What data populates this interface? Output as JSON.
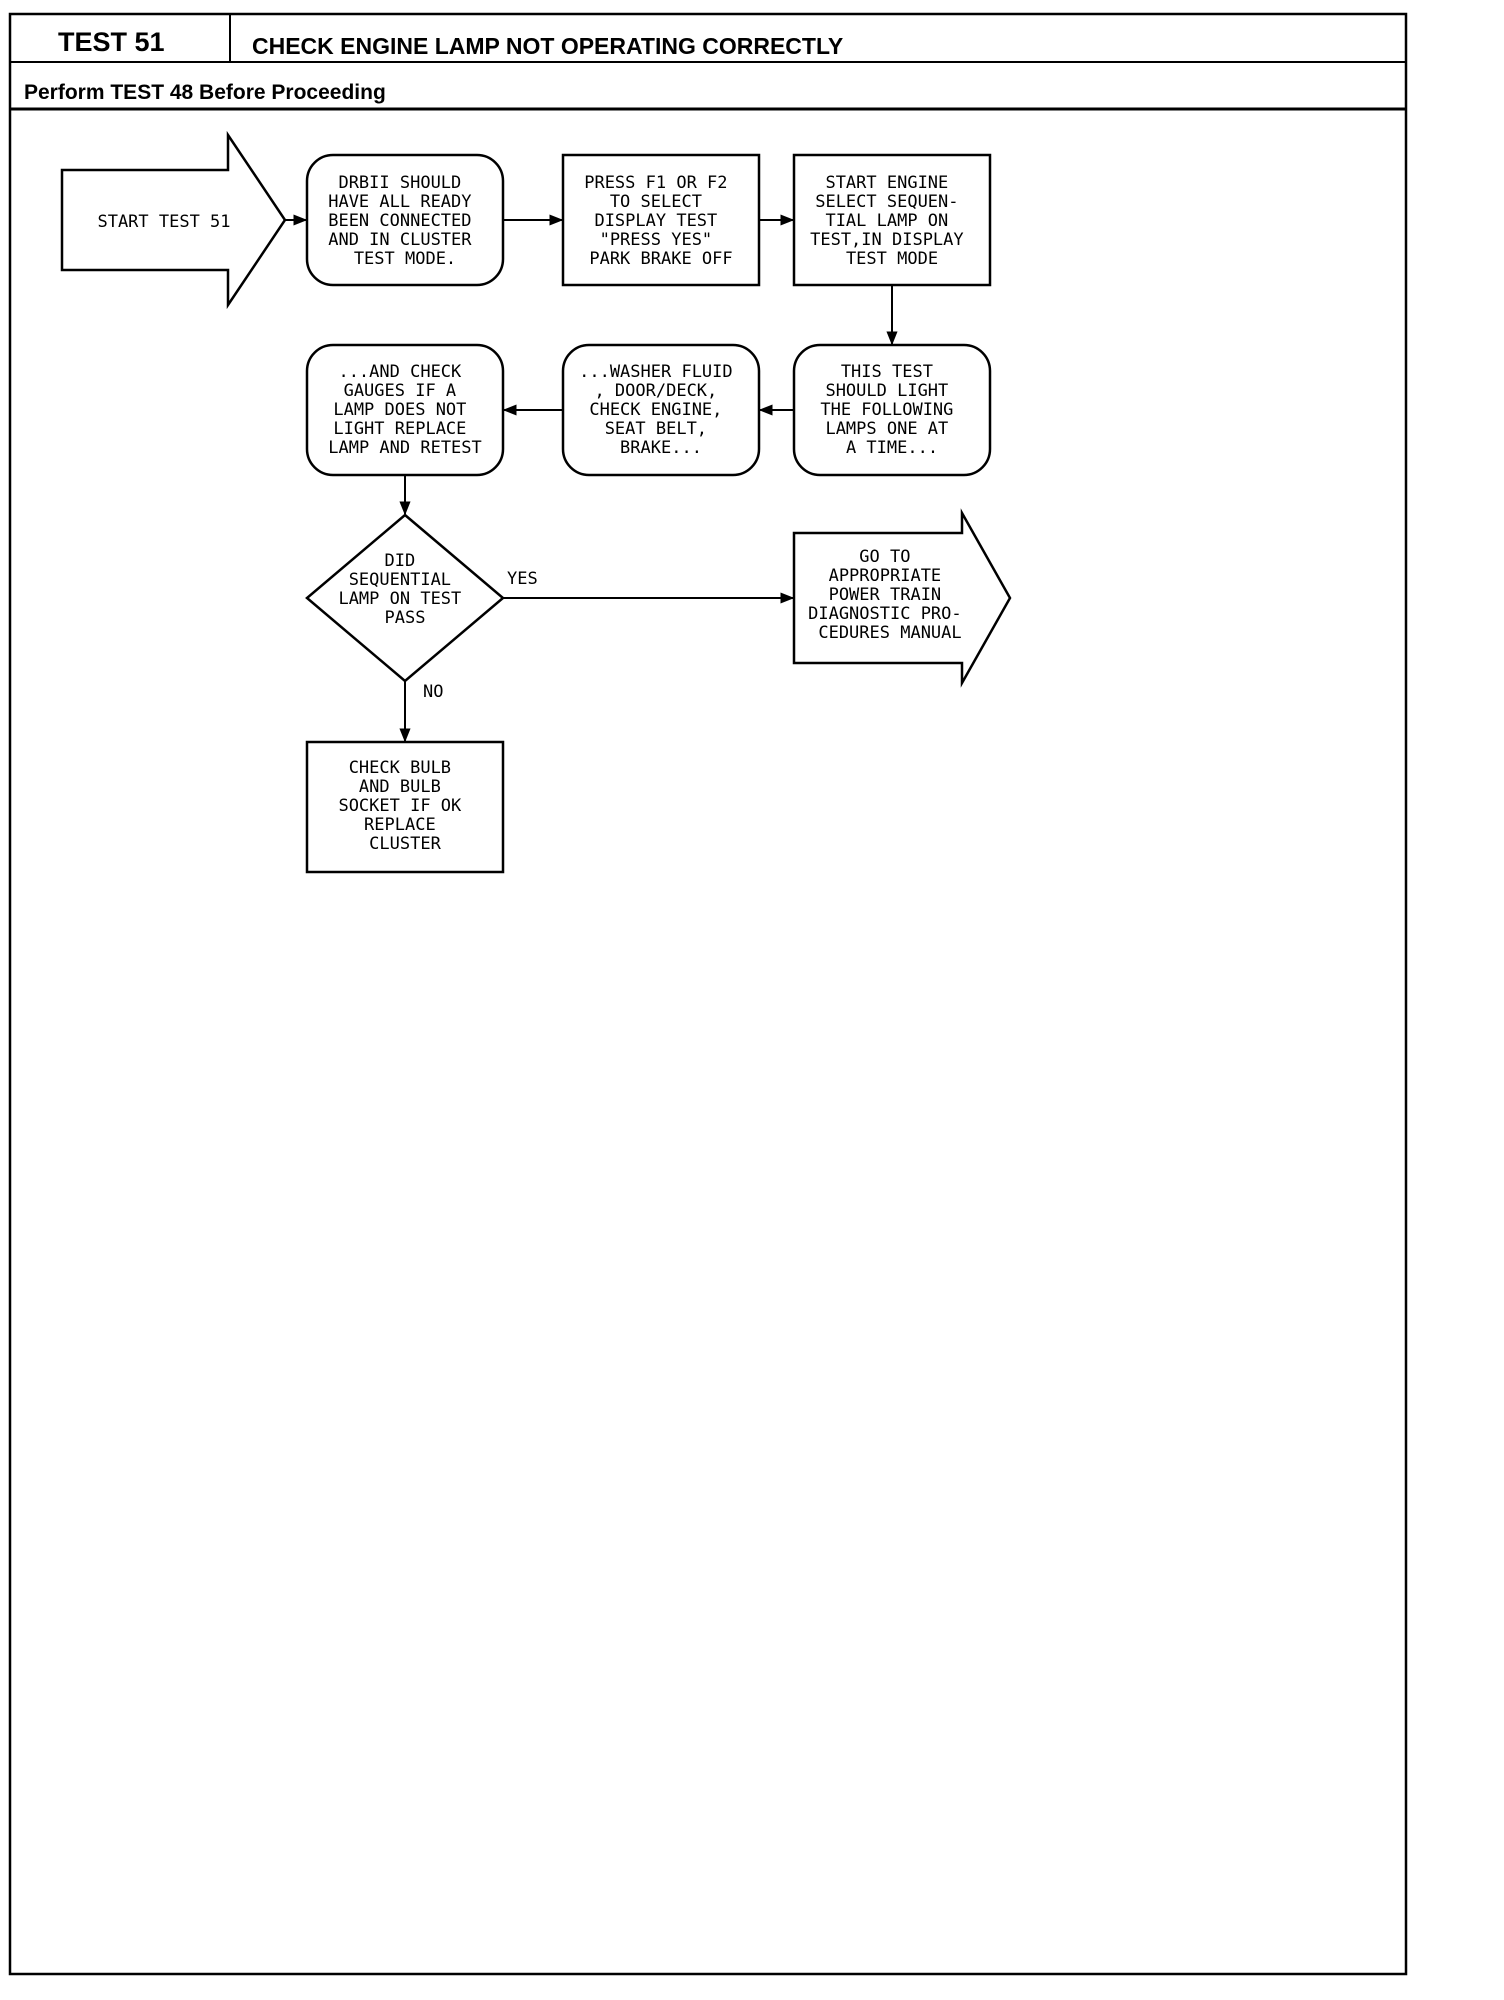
{
  "header": {
    "test_number": "TEST 51",
    "title": "CHECK ENGINE LAMP NOT OPERATING CORRECTLY",
    "prerequisite": "Perform TEST 48 Before Proceeding"
  },
  "flowchart": {
    "start": "START TEST 51",
    "step1": [
      "DRBII SHOULD",
      "HAVE ALL READY",
      "BEEN CONNECTED",
      "AND IN CLUSTER",
      "TEST MODE."
    ],
    "step2": [
      "PRESS F1 OR F2",
      "TO SELECT",
      "DISPLAY TEST",
      "\"PRESS YES\"",
      "PARK BRAKE OFF"
    ],
    "step3": [
      "START ENGINE",
      "SELECT SEQUEN-",
      "TIAL LAMP ON",
      "TEST,IN DISPLAY",
      "TEST MODE"
    ],
    "step4": [
      "THIS TEST",
      "SHOULD LIGHT",
      "THE FOLLOWING",
      "LAMPS ONE AT",
      "A TIME..."
    ],
    "step5": [
      "...WASHER FLUID",
      ", DOOR/DECK,",
      "CHECK ENGINE,",
      "SEAT BELT,",
      "BRAKE..."
    ],
    "step6": [
      "...AND CHECK",
      "GAUGES IF A",
      "LAMP DOES NOT",
      "LIGHT REPLACE",
      "LAMP AND RETEST"
    ],
    "decision": [
      "DID",
      "SEQUENTIAL",
      "LAMP ON TEST",
      "PASS"
    ],
    "yes_label": "YES",
    "no_label": "NO",
    "yes_result": [
      "GO TO",
      "APPROPRIATE",
      "POWER TRAIN",
      "DIAGNOSTIC PRO-",
      "CEDURES MANUAL"
    ],
    "no_result": [
      "CHECK BULB",
      "AND BULB",
      "SOCKET IF OK",
      "REPLACE",
      "CLUSTER"
    ]
  }
}
